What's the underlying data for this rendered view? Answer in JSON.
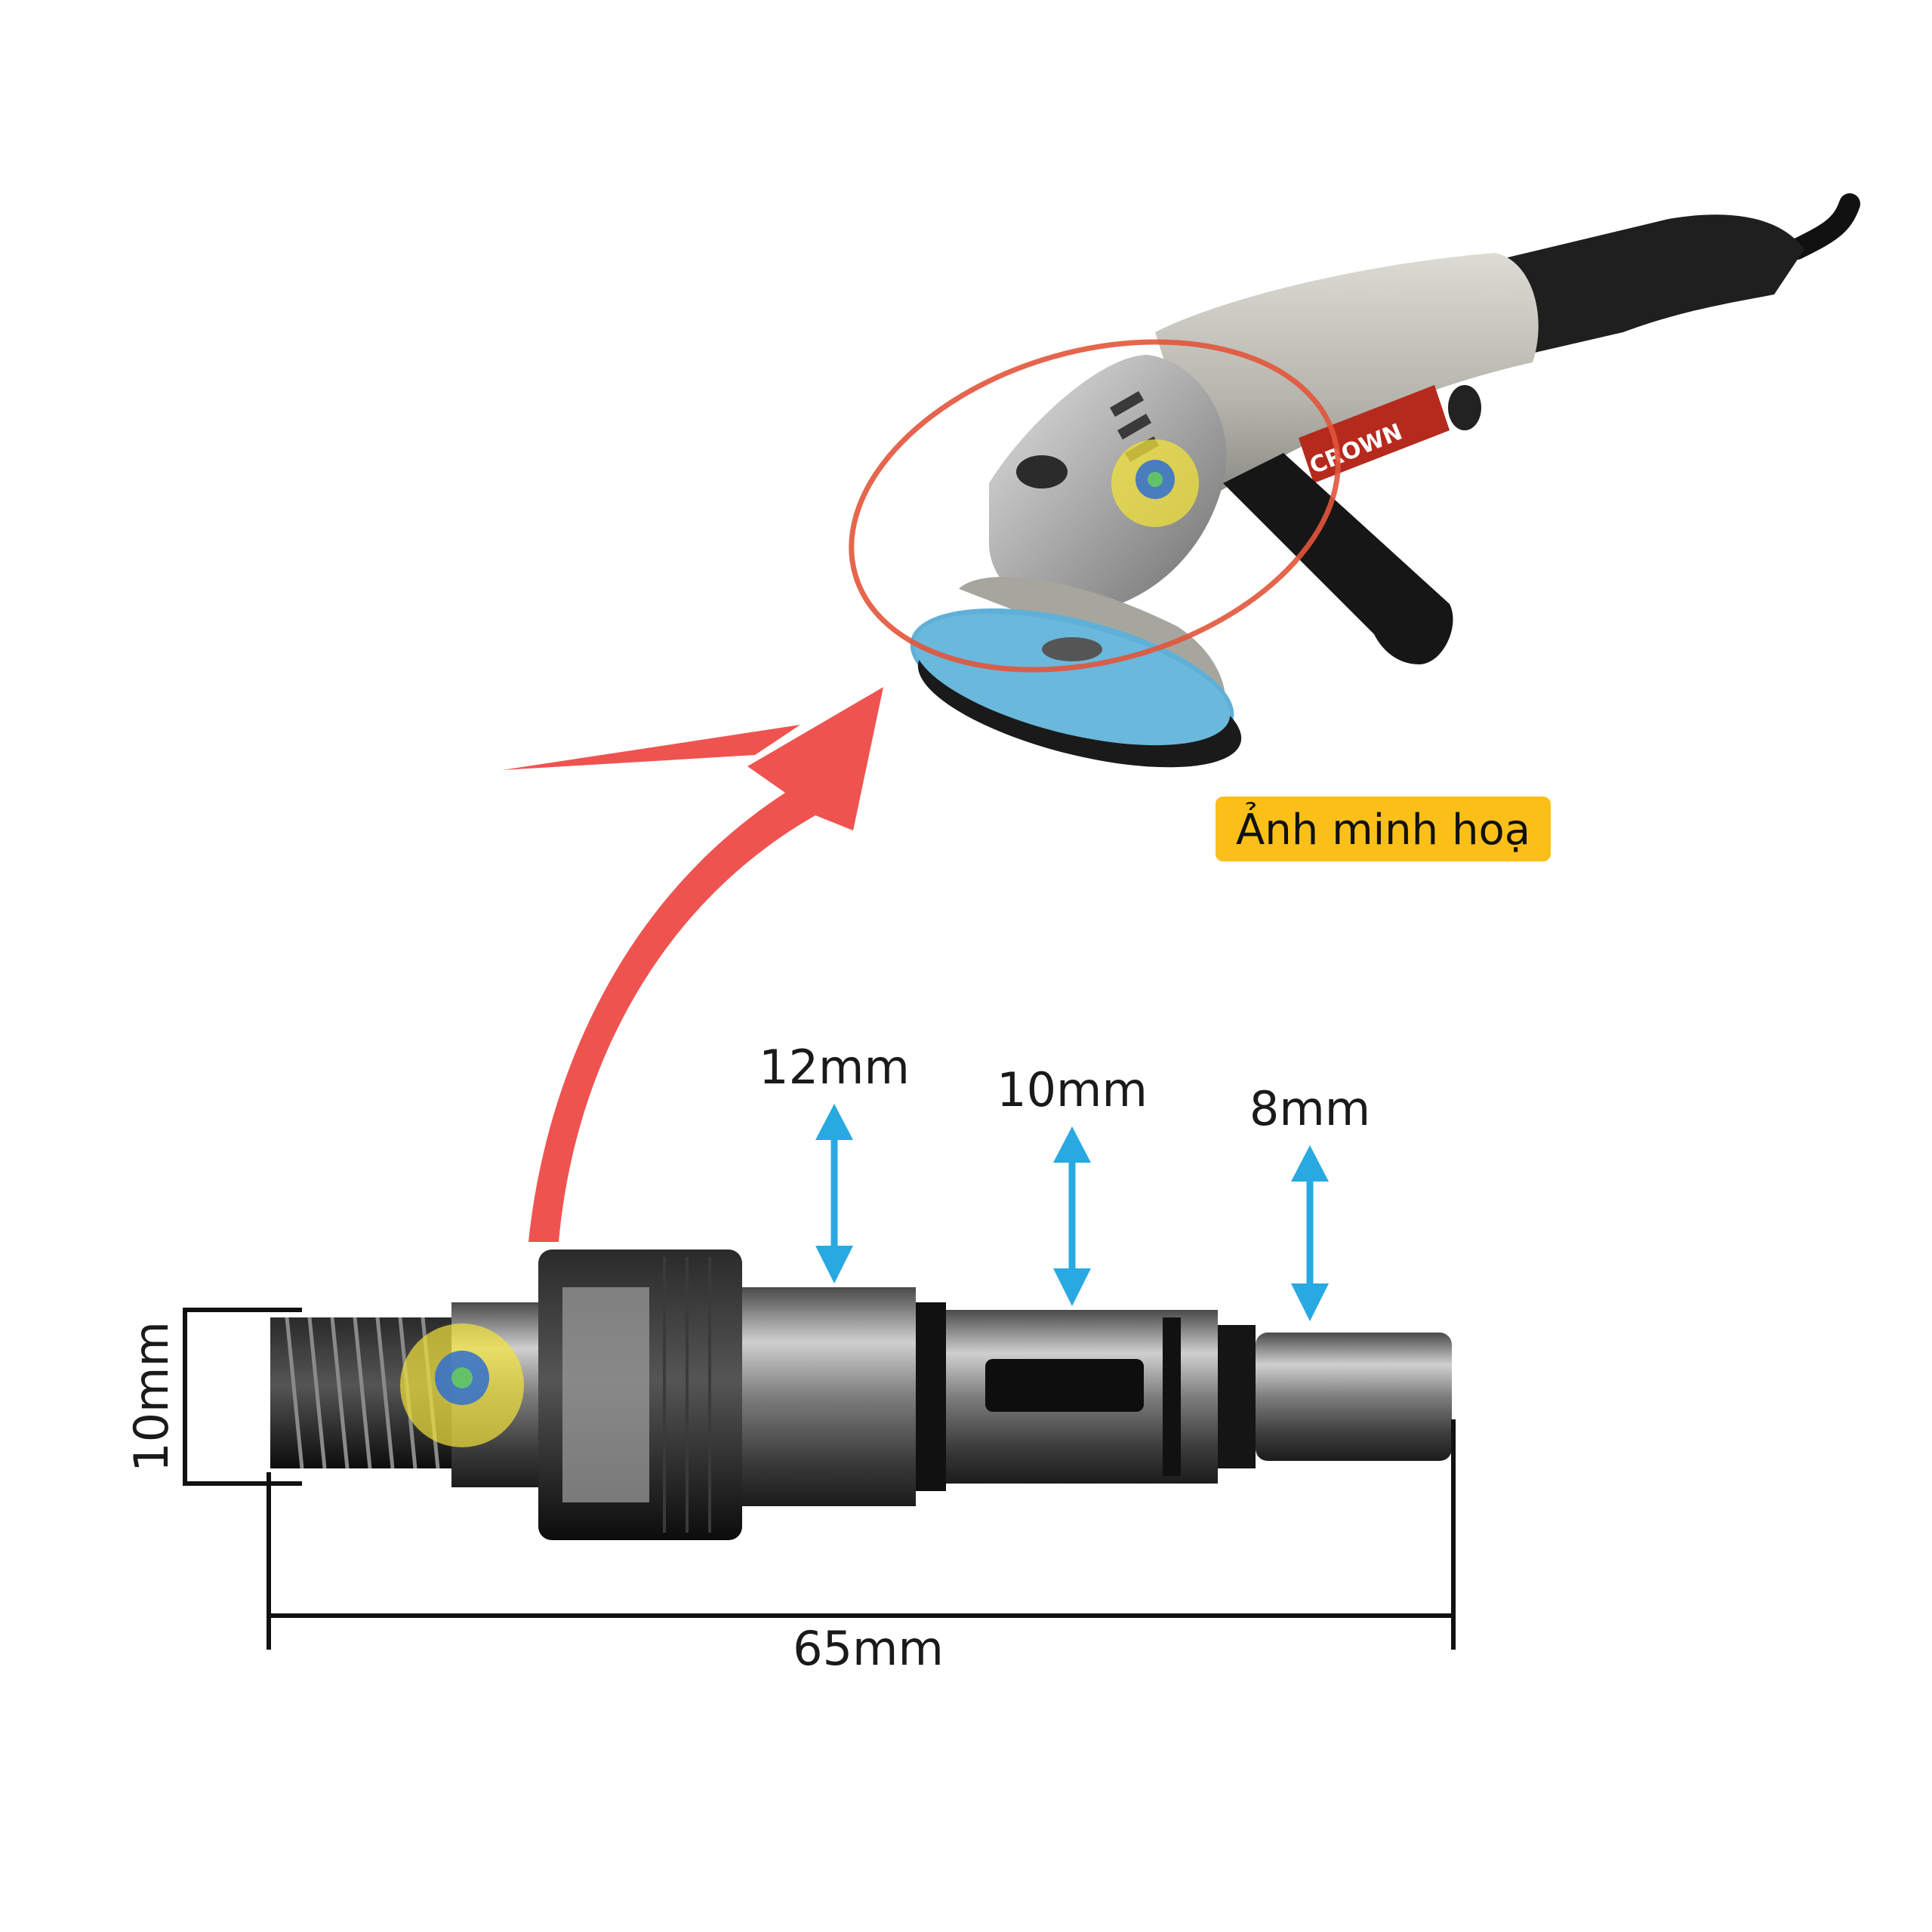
{
  "caption": "Ảnh minh hoạ",
  "dimensions": {
    "thread_diameter": "10mm",
    "total_length": "65mm",
    "shaft_section_1": "12mm",
    "shaft_section_2": "10mm",
    "shaft_section_3": "8mm"
  },
  "grinder_brand": "CROWN",
  "icons": {
    "watermark": "gear-logo-icon",
    "pointer": "curved-arrow-icon",
    "highlight": "ellipse-highlight-icon"
  },
  "colors": {
    "arrow_red": "#ef5350",
    "highlight_ellipse": "#e2553a",
    "dimension_blue": "#29a9e1",
    "caption_bg": "#fbbf1a",
    "shaft_black": "#111111",
    "shaft_steel": "#8c8c8c",
    "grinder_body": "#bdbdb5",
    "disc_blue": "#5fb0d8"
  }
}
